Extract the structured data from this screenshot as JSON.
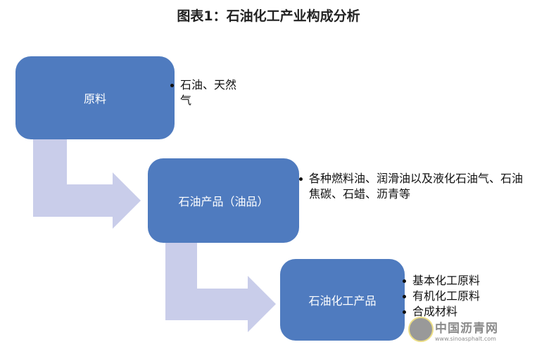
{
  "title": "图表1：石油化工产业构成分析",
  "nodes": [
    {
      "label": "原料",
      "items": [
        "石油、天然气"
      ]
    },
    {
      "label": "石油产品（油品）",
      "items": [
        "各种燃料油、润滑油以及液化石油气、石油焦碳、石蜡、沥青等"
      ]
    },
    {
      "label": "石油化工产品",
      "items": [
        "基本化工原料",
        "有机化工原料",
        "合成材料"
      ]
    }
  ],
  "watermark": {
    "name": "中国沥青网",
    "url": "www.sinoasphalt.com"
  },
  "colors": {
    "box": "#4f7bbf",
    "arrow": "#c9cdea"
  }
}
